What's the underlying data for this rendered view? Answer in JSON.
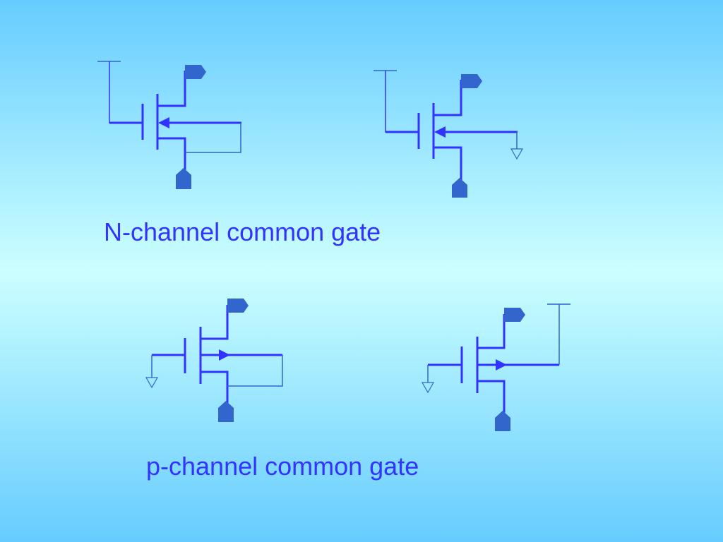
{
  "slide": {
    "n_channel_caption": "N-channel common gate",
    "p_channel_caption": "p-channel common gate"
  },
  "colors": {
    "background_edge": "#66ccff",
    "background_center": "#ccffff",
    "wire": "#3333ff",
    "thin_wire": "#3366cc",
    "terminal_fill": "#3366cc",
    "text": "#3333ff"
  },
  "circuits": [
    {
      "name": "n-channel common gate, bulk tied to source",
      "channel": "n",
      "arrow_direction": "into-channel",
      "gate": "vdd",
      "bulk": "source"
    },
    {
      "name": "n-channel common gate, bulk grounded",
      "channel": "n",
      "arrow_direction": "into-channel",
      "gate": "vdd",
      "bulk": "ground"
    },
    {
      "name": "p-channel common gate, bulk tied to source",
      "channel": "p",
      "arrow_direction": "out-of-channel",
      "gate": "ground",
      "bulk": "source"
    },
    {
      "name": "p-channel common gate, bulk to vdd",
      "channel": "p",
      "arrow_direction": "out-of-channel",
      "gate": "ground",
      "bulk": "vdd"
    }
  ]
}
